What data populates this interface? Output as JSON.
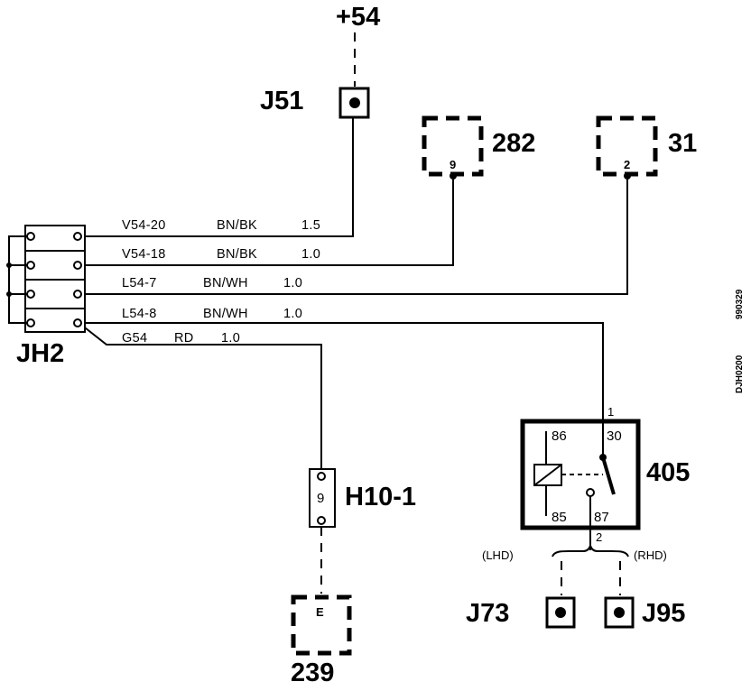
{
  "supply": "+54",
  "connectors": {
    "j51": "J51",
    "jh2": "JH2",
    "h10": "H10-1",
    "h10_pin": "9",
    "j73": "J73",
    "j95": "J95"
  },
  "components": {
    "c282": "282",
    "c282_pin": "9",
    "c31": "31",
    "c31_pin": "2",
    "c239": "239",
    "c239_pin": "E"
  },
  "relay": {
    "label": "405",
    "pin_86": "86",
    "pin_30": "30",
    "pin_85": "85",
    "pin_87": "87",
    "terminal_1": "1",
    "terminal_2": "2"
  },
  "wires": [
    {
      "id": "V54-20",
      "color": "BN/BK",
      "size": "1.5"
    },
    {
      "id": "V54-18",
      "color": "BN/BK",
      "size": "1.0"
    },
    {
      "id": "L54-7",
      "color": "BN/WH",
      "size": "1.0"
    },
    {
      "id": "L54-8",
      "color": "BN/WH",
      "size": "1.0"
    },
    {
      "id": "G54",
      "color": "RD",
      "size": "1.0"
    }
  ],
  "variants": {
    "lhd": "(LHD)",
    "rhd": "(RHD)"
  },
  "sidebar": {
    "doc_code": "DJH0200",
    "doc_date": "990329"
  }
}
